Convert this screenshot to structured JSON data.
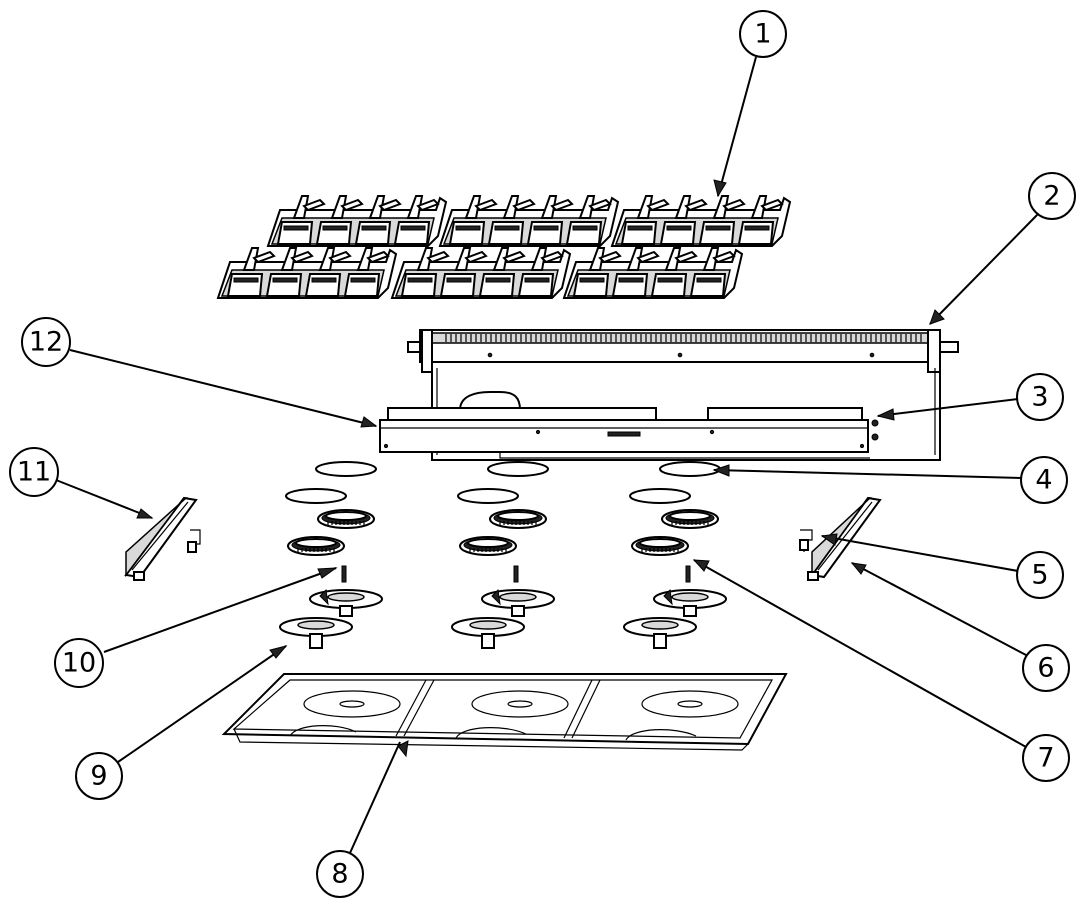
{
  "callouts": [
    {
      "id": "1",
      "label": "1"
    },
    {
      "id": "2",
      "label": "2"
    },
    {
      "id": "3",
      "label": "3"
    },
    {
      "id": "4",
      "label": "4"
    },
    {
      "id": "5",
      "label": "5"
    },
    {
      "id": "6",
      "label": "6"
    },
    {
      "id": "7",
      "label": "7"
    },
    {
      "id": "8",
      "label": "8"
    },
    {
      "id": "9",
      "label": "9"
    },
    {
      "id": "10",
      "label": "10"
    },
    {
      "id": "11",
      "label": "11"
    },
    {
      "id": "12",
      "label": "12"
    }
  ],
  "colors": {
    "line": "#000000",
    "background": "#ffffff",
    "shade": "#d9d9d9"
  }
}
